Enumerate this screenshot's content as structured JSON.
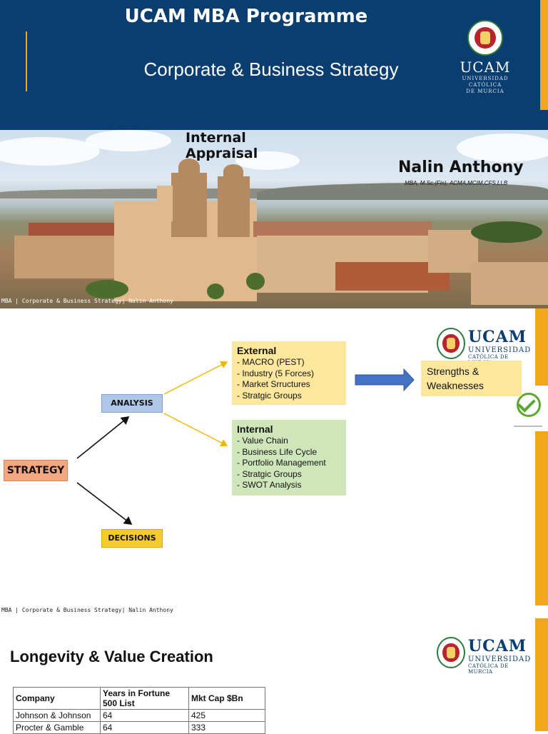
{
  "header": {
    "programme": "UCAM MBA Programme",
    "course": "Corporate & Business  Strategy",
    "logo_word": "UCAM",
    "logo_subtitle_1": "UNIVERSIDAD CATÓLICA",
    "logo_subtitle_2": "DE MURCIA"
  },
  "title_slide": {
    "title": "Internal Appraisal",
    "presenter": "Nalin Anthony",
    "credentials": "MBA, M.Sc.(Fin), ACMA,MCIM,CFS,LLB",
    "footer": "MBA | Corporate &  Business Strategy| Nalin Anthony"
  },
  "diagram": {
    "strategy": "STRATEGY",
    "analysis": "ANALYSIS",
    "decisions": "DECISIONS",
    "external": {
      "heading": "External",
      "items": [
        "- MACRO (PEST)",
        "- Industry (5 Forces)",
        "- Market Srructures",
        "- Stratgic Groups"
      ]
    },
    "internal": {
      "heading": "Internal",
      "items": [
        "- Value Chain",
        "- Business Life Cycle",
        "- Portfolio Management",
        "- Stratgic Groups",
        "- SWOT Analysis"
      ]
    },
    "result": "Strengths & Weaknesses",
    "footer": "MBA | Corporate &  Business Strategy| Nalin Anthony"
  },
  "logo_dark": {
    "word": "UCAM",
    "sub1": "UNIVERSIDAD",
    "sub2": "CATÓLICA DE MURCIA"
  },
  "longevity": {
    "title": "Longevity & Value Creation",
    "columns": [
      "Company",
      "Years in Fortune 500 List",
      "Mkt Cap $Bn"
    ],
    "rows": [
      [
        "Johnson & Johnson",
        "64",
        "425"
      ],
      [
        "Procter & Gamble",
        "64",
        "333"
      ]
    ]
  },
  "colors": {
    "navy": "#0a3d70",
    "gold": "#f2a71b",
    "strategy_box": "#f5a782",
    "analysis_box": "#afc7e8",
    "decisions_box": "#f7cc2a",
    "external_box": "#fce79c",
    "internal_box": "#cfe6bb"
  }
}
